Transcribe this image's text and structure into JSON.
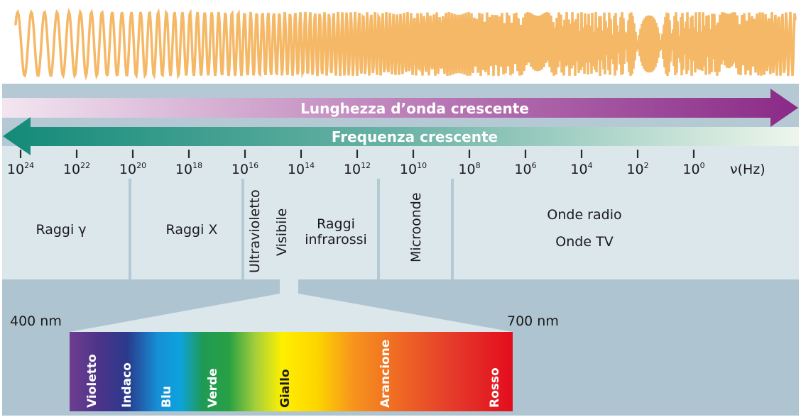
{
  "wave": {
    "color": "#f5b866"
  },
  "arrows": {
    "wavelength_label": "Lunghezza d’onda crescente",
    "frequency_label": "Frequenza crescente",
    "wavelength_color": "#8e2f8c",
    "frequency_color": "#1f8f7e"
  },
  "axis": {
    "ticks": [
      {
        "base": "10",
        "exp": "24"
      },
      {
        "base": "10",
        "exp": "22"
      },
      {
        "base": "10",
        "exp": "20"
      },
      {
        "base": "10",
        "exp": "18"
      },
      {
        "base": "10",
        "exp": "16"
      },
      {
        "base": "10",
        "exp": "14"
      },
      {
        "base": "10",
        "exp": "12"
      },
      {
        "base": "10",
        "exp": "10"
      },
      {
        "base": "10",
        "exp": "8"
      },
      {
        "base": "10",
        "exp": "6"
      },
      {
        "base": "10",
        "exp": "4"
      },
      {
        "base": "10",
        "exp": "2"
      },
      {
        "base": "10",
        "exp": "0"
      }
    ],
    "unit_label": "ν(Hz)"
  },
  "regions": {
    "gamma": "Raggi γ",
    "xray": "Raggi X",
    "uv": "Ultravioletto",
    "visible": "Visibile",
    "infrared_line1": "Raggi",
    "infrared_line2": "infrarossi",
    "micro": "Microonde",
    "radio_line1": "Onde radio",
    "radio_line2": "Onde TV"
  },
  "spectrum": {
    "start_label": "400 nm",
    "end_label": "700 nm",
    "colors": [
      {
        "name": "Violetto",
        "text": "#ffffff"
      },
      {
        "name": "Indaco",
        "text": "#ffffff"
      },
      {
        "name": "Blu",
        "text": "#ffffff"
      },
      {
        "name": "Verde",
        "text": "#ffffff"
      },
      {
        "name": "Giallo",
        "text": "#1a1a1a"
      },
      {
        "name": "Arancione",
        "text": "#ffffff"
      },
      {
        "name": "Rosso",
        "text": "#ffffff"
      }
    ]
  }
}
